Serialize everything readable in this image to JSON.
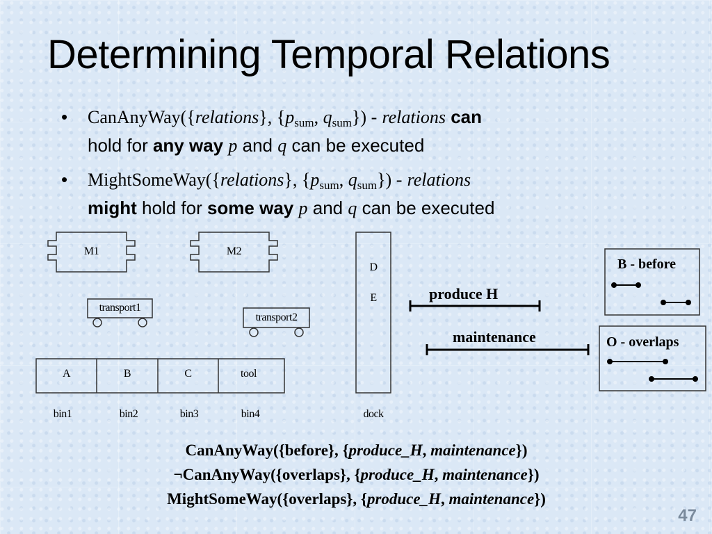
{
  "slide": {
    "title": "Determining Temporal Relations",
    "page_number": "47"
  },
  "bullets": [
    {
      "func": "CanAnyWay({",
      "rel": "relations",
      "mid": "}, {",
      "p": "p",
      "p_sub": "sum",
      "comma": ", ",
      "q": "q",
      "q_sub": "sum",
      "close": "}) -",
      "rel2": "relations",
      "kw1": "can",
      "l2a": "hold for",
      "kw2": "any way",
      "p2": "p",
      "and": "and",
      "q2": "q",
      "tail": "can be executed"
    },
    {
      "func": "MightSomeWay({",
      "rel": "relations",
      "mid": "}, {",
      "p": "p",
      "p_sub": "sum",
      "comma": ", ",
      "q": "q",
      "q_sub": "sum",
      "close": "}) -",
      "rel2": "relations",
      "kw1": "might",
      "l2a": "hold for",
      "kw2": "some way",
      "p2": "p",
      "and": "and",
      "q2": "q",
      "tail": "can be executed"
    }
  ],
  "diagram": {
    "machines": [
      "M1",
      "M2"
    ],
    "transports": [
      "transport1",
      "transport2"
    ],
    "bins": [
      {
        "content": "A",
        "name": "bin1"
      },
      {
        "content": "B",
        "name": "bin2"
      },
      {
        "content": "C",
        "name": "bin3"
      },
      {
        "content": "tool",
        "name": "bin4"
      }
    ],
    "dock": {
      "letters": [
        "D",
        "E"
      ],
      "name": "dock"
    },
    "intervals": {
      "produce": "produce H",
      "maintenance": "maintenance"
    },
    "legend": {
      "before": "B - before",
      "overlaps": "O - overlaps"
    }
  },
  "conclusions": [
    {
      "pre": "",
      "func": "CanAnyWay({before}, {",
      "a": "produce_H",
      "sep": ", ",
      "b": "maintenance",
      "close": "})"
    },
    {
      "pre": "¬",
      "func": "CanAnyWay({overlaps}, {",
      "a": "produce_H",
      "sep": ", ",
      "b": "maintenance",
      "close": "})"
    },
    {
      "pre": "",
      "func": "MightSomeWay({overlaps}, {",
      "a": "produce_H",
      "sep": ", ",
      "b": "maintenance",
      "close": "})"
    }
  ],
  "colors": {
    "background": "#dbe8f6",
    "line": "#000000",
    "page_number": "#7a8a9c"
  }
}
